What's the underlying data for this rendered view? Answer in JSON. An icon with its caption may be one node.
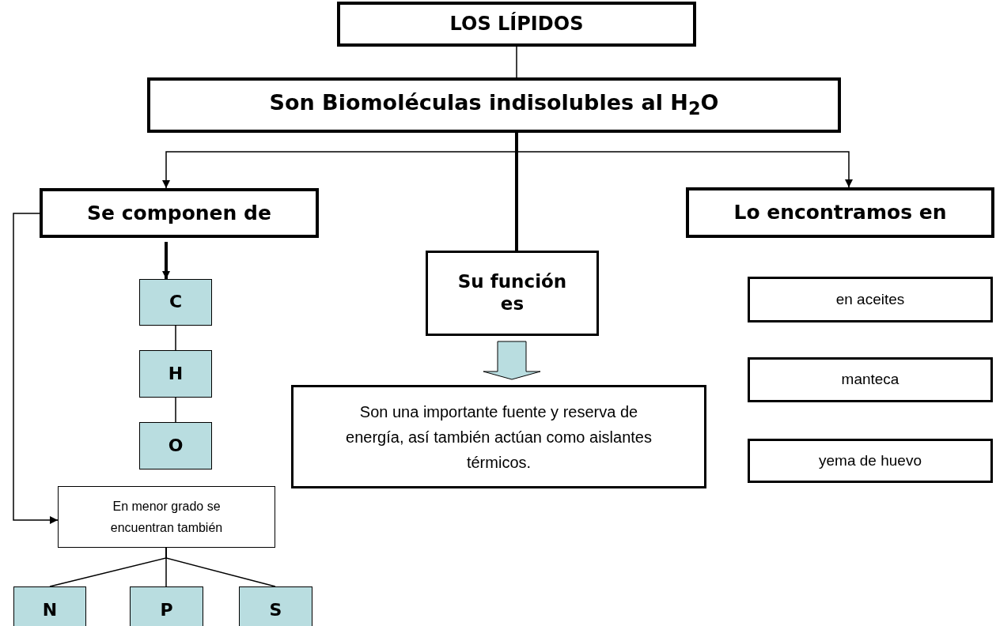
{
  "diagram": {
    "nodes": [
      {
        "text": [
          "LOS LÍPIDOS"
        ]
      },
      {
        "text": [
          "Son Biomoléculas indisolubles al H$_{2}$O"
        ]
      },
      {
        "text": [
          "Se componen de"
        ]
      },
      {
        "text": [
          "Su función es"
        ]
      },
      {
        "text": [
          "Lo encontramos en"
        ]
      },
      {
        "text": [
          "C"
        ]
      },
      {
        "text": [
          "H"
        ]
      },
      {
        "text": [
          "O"
        ]
      },
      {
        "text": [
          "En menor grado se encuentran también"
        ]
      },
      {
        "text": [
          "N"
        ]
      },
      {
        "text": [
          "P"
        ]
      },
      {
        "text": [
          "S"
        ]
      },
      {
        "text": [
          "Son una importante fuente y reserva de energía, así también actúan como aislantes térmicos."
        ]
      },
      {
        "text": [
          "en aceites"
        ]
      },
      {
        "text": [
          "manteca"
        ]
      },
      {
        "text": [
          "yema de huevo"
        ]
      }
    ],
    "edges": [
      {
        "from": 0,
        "to": 1,
        "arrow": "none"
      },
      {
        "from": 1,
        "to": 2,
        "arrow": "to"
      },
      {
        "from": 1,
        "to": 3,
        "arrow": "none",
        "style": "thick"
      },
      {
        "from": 1,
        "to": 4,
        "arrow": "to"
      },
      {
        "from": 2,
        "to": 5,
        "arrow": "to",
        "style": "thick"
      },
      {
        "from": 5,
        "to": 6,
        "arrow": "none"
      },
      {
        "from": 6,
        "to": 7,
        "arrow": "none"
      },
      {
        "from": 2,
        "to": 8,
        "arrow": "to"
      },
      {
        "from": 8,
        "to": 9,
        "arrow": "none"
      },
      {
        "from": 8,
        "to": 10,
        "arrow": "none"
      },
      {
        "from": 8,
        "to": 11,
        "arrow": "none"
      },
      {
        "from": 3,
        "to": 12,
        "arrow": "to",
        "style": "thick",
        "color": "#b9dde0"
      }
    ]
  }
}
